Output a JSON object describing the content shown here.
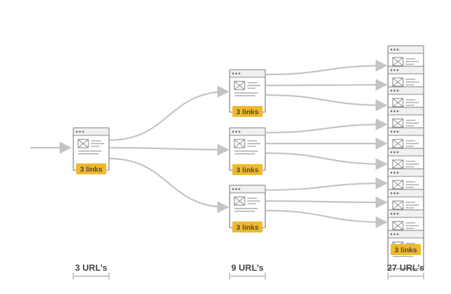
{
  "colors": {
    "background": "#ffffff",
    "connector": "#c4c4c4",
    "page_border": "#8a8a8a",
    "page_fill": "#ffffff",
    "page_header": "#f0f0f0",
    "badge": "#f0b92a",
    "badge_text": "#4a4a4a",
    "label_text": "#4a4a4a",
    "scale_bar": "#c8c8c8"
  },
  "icons": {
    "page": "webpage-wireframe-icon",
    "image": "image-placeholder-icon"
  },
  "badge_label": "3 links",
  "levels": [
    {
      "label": "3 URL’s"
    },
    {
      "label": "9 URL’s"
    },
    {
      "label": "27 URL’s"
    }
  ]
}
